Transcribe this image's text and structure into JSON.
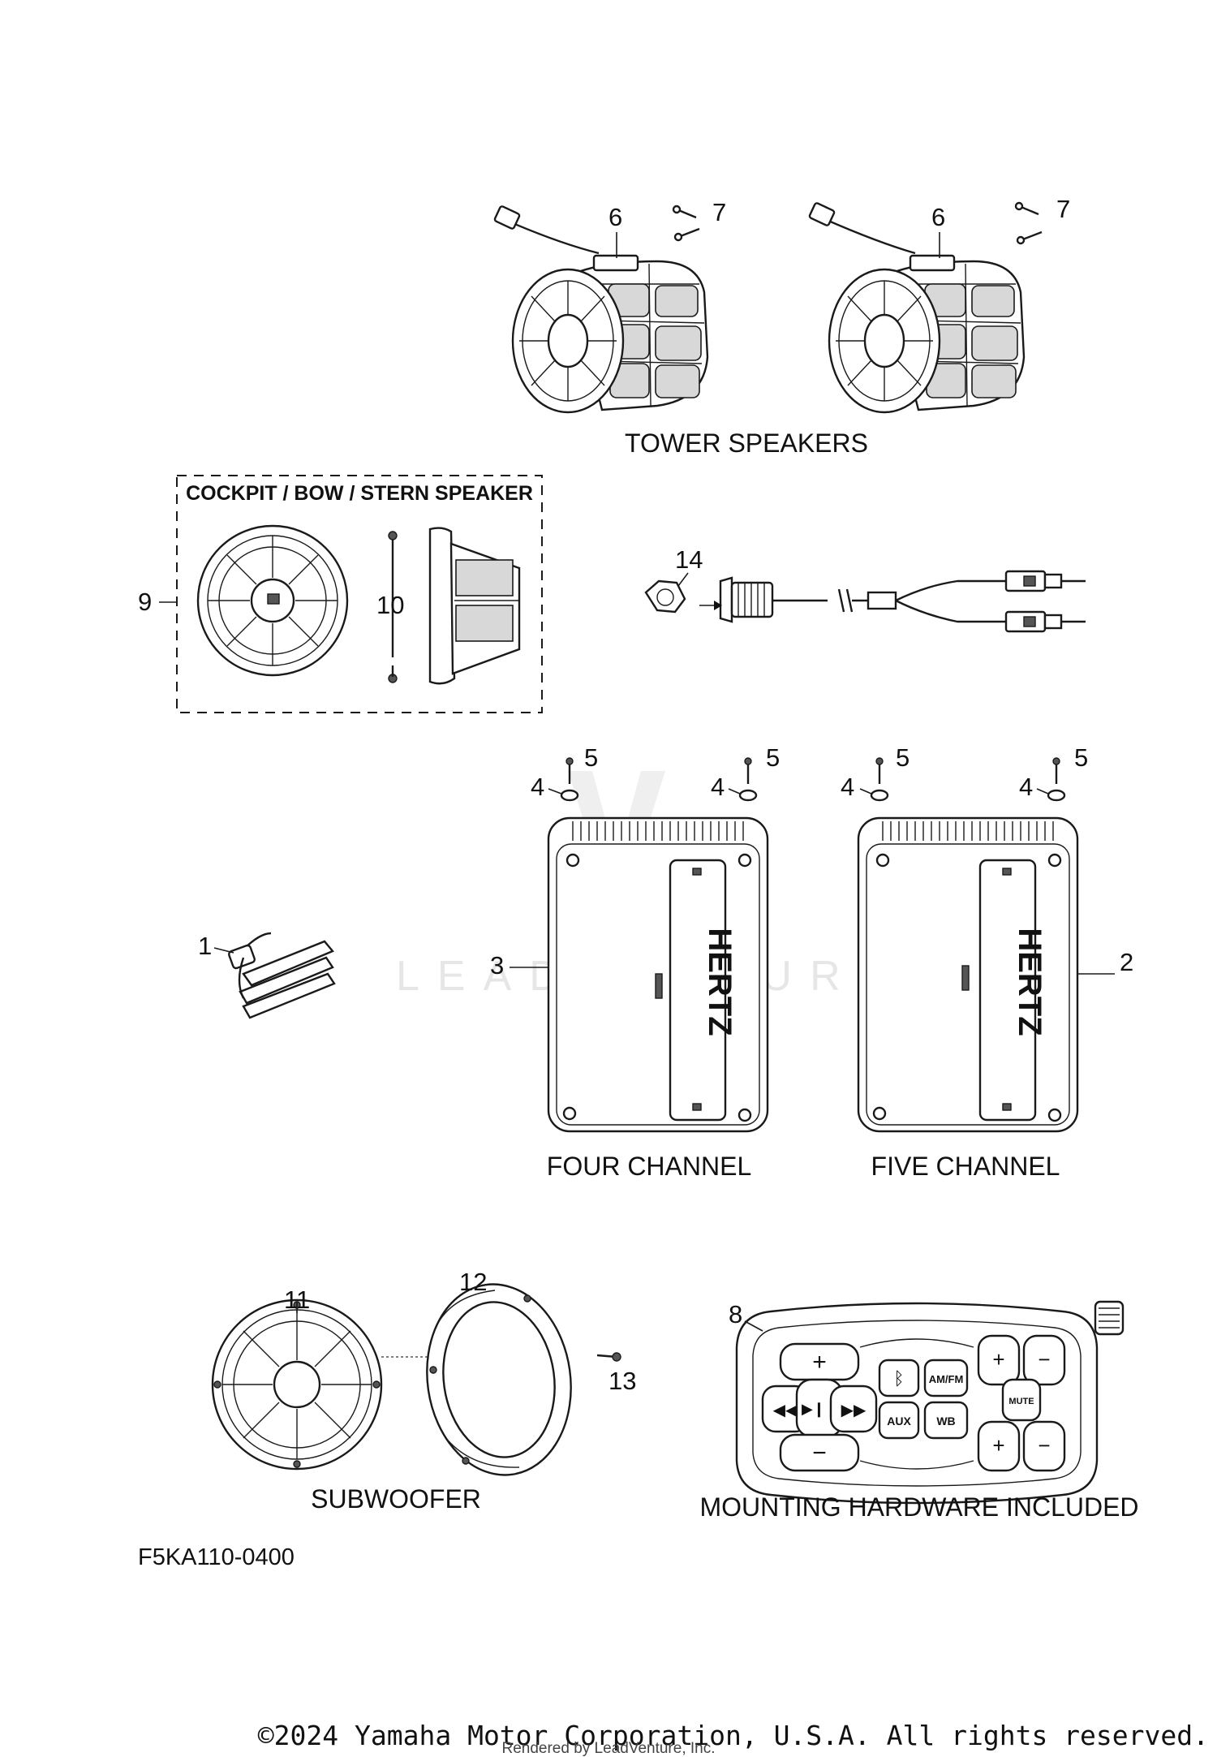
{
  "diagram": {
    "group_labels": {
      "tower_speakers": "TOWER SPEAKERS",
      "cockpit_box_title": "COCKPIT / BOW / STERN SPEAKER",
      "four_channel": "FOUR CHANNEL",
      "five_channel": "FIVE CHANNEL",
      "subwoofer": "SUBWOOFER",
      "mounting_hardware": "MOUNTING HARDWARE INCLUDED"
    },
    "callouts": {
      "c1": "1",
      "c2": "2",
      "c3": "3",
      "c4a": "4",
      "c4b": "4",
      "c4c": "4",
      "c4d": "4",
      "c5a": "5",
      "c5b": "5",
      "c5c": "5",
      "c5d": "5",
      "c6a": "6",
      "c6b": "6",
      "c7a": "7",
      "c7b": "7",
      "c8": "8",
      "c9": "9",
      "c10": "10",
      "c11": "11",
      "c12": "12",
      "c13": "13",
      "c14": "14"
    },
    "diagram_code": "F5KA110-0400",
    "copyright": "©2024 Yamaha Motor Corporation, U.S.A. All rights reserved.",
    "rendered_by": "Rendered by LeadVenture, Inc.",
    "watermark": "LEADVENTURE",
    "brand_marks": {
      "amp_brand": "HERTZ",
      "remote_buttons": [
        "AM/FM",
        "AUX",
        "WB",
        "MUTE"
      ]
    }
  }
}
